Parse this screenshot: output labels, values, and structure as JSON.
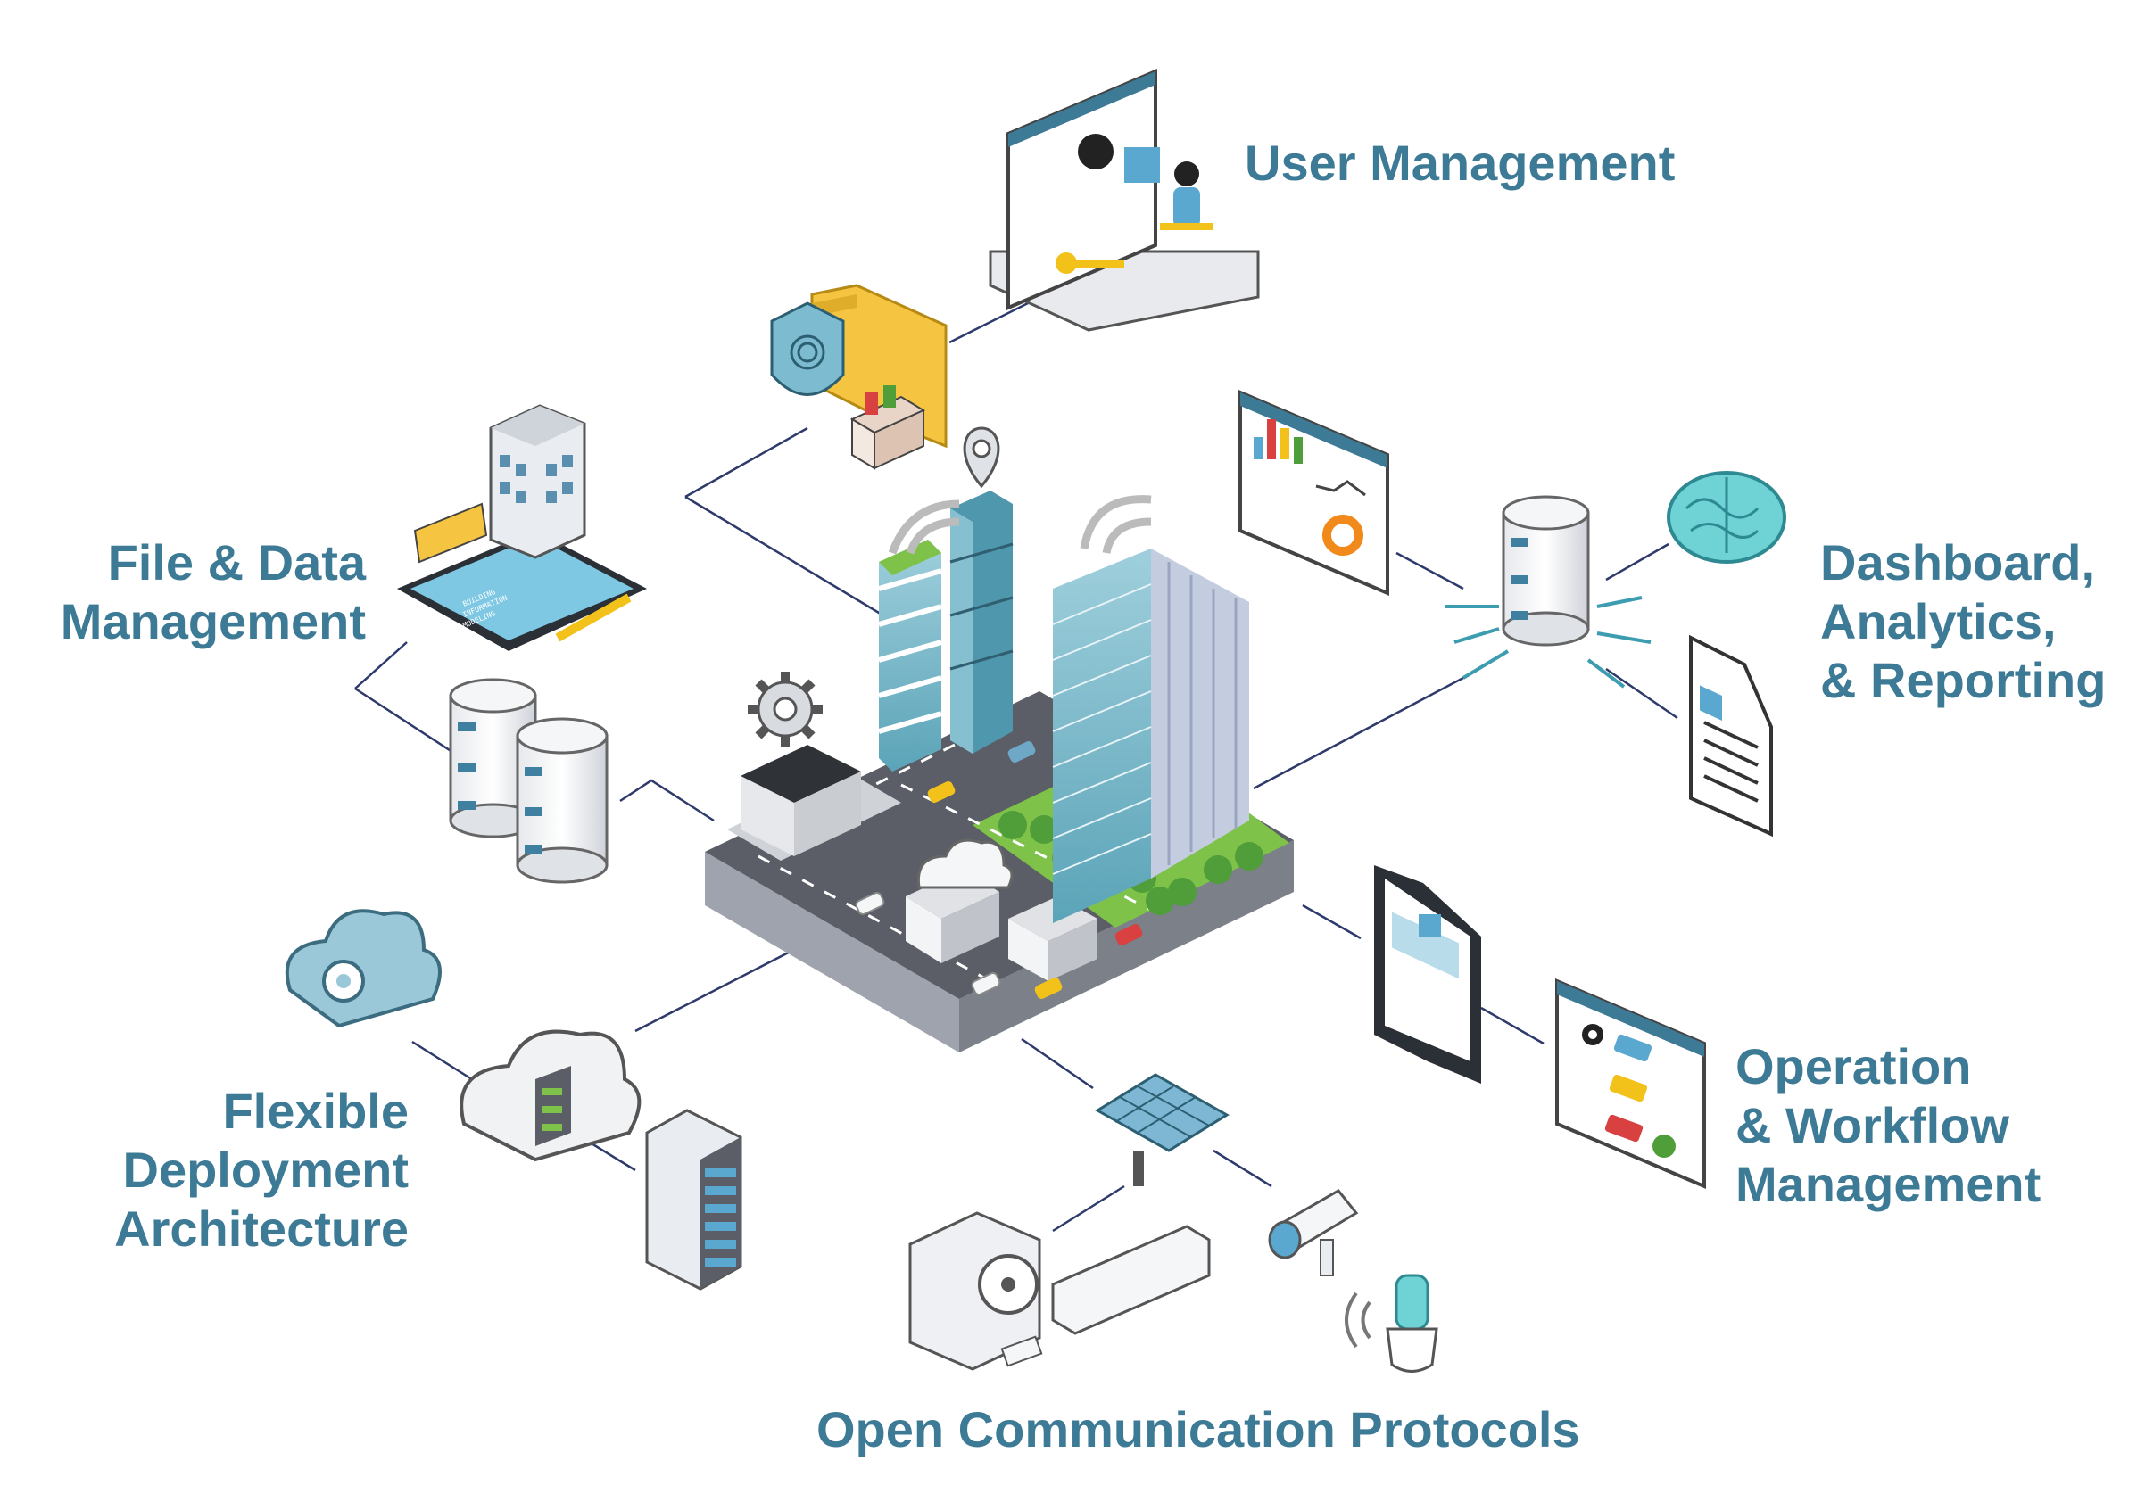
{
  "labels": {
    "user_management": "User Management",
    "file_data": [
      "File & Data",
      "Management"
    ],
    "dashboard": [
      "Dashboard,",
      "Analytics,",
      "& Reporting"
    ],
    "operation": [
      "Operation",
      "& Workflow",
      "Management"
    ],
    "flexible": [
      "Flexible",
      "Deployment",
      "Architecture"
    ],
    "open_comm": "Open Communication Protocols"
  },
  "colors": {
    "label": "#3d7a96",
    "connector": "#2d3a6b",
    "teal_glass": "#6fb6c8",
    "road": "#55575c",
    "grass": "#7fc24a",
    "folder": "#f5c542",
    "brain": "#6fd3d6"
  },
  "icons": [
    "user-admin-screen-icon",
    "security-folder-icon",
    "tablet-building-icon",
    "database-stack-icon",
    "dashboard-charts-icon",
    "database-chip-icon",
    "brain-ai-icon",
    "report-document-icon",
    "tablet-document-icon",
    "workflow-screen-icon",
    "cloud-gear-icon",
    "cloud-server-icon",
    "server-rack-icon",
    "solar-panel-icon",
    "air-conditioner-icon",
    "security-camera-icon",
    "smart-bulb-icon",
    "smart-city-block-icon"
  ],
  "illustration_text": {
    "tablet_screen": [
      "BUILDING",
      "INFORMATION",
      "MODELING"
    ]
  }
}
